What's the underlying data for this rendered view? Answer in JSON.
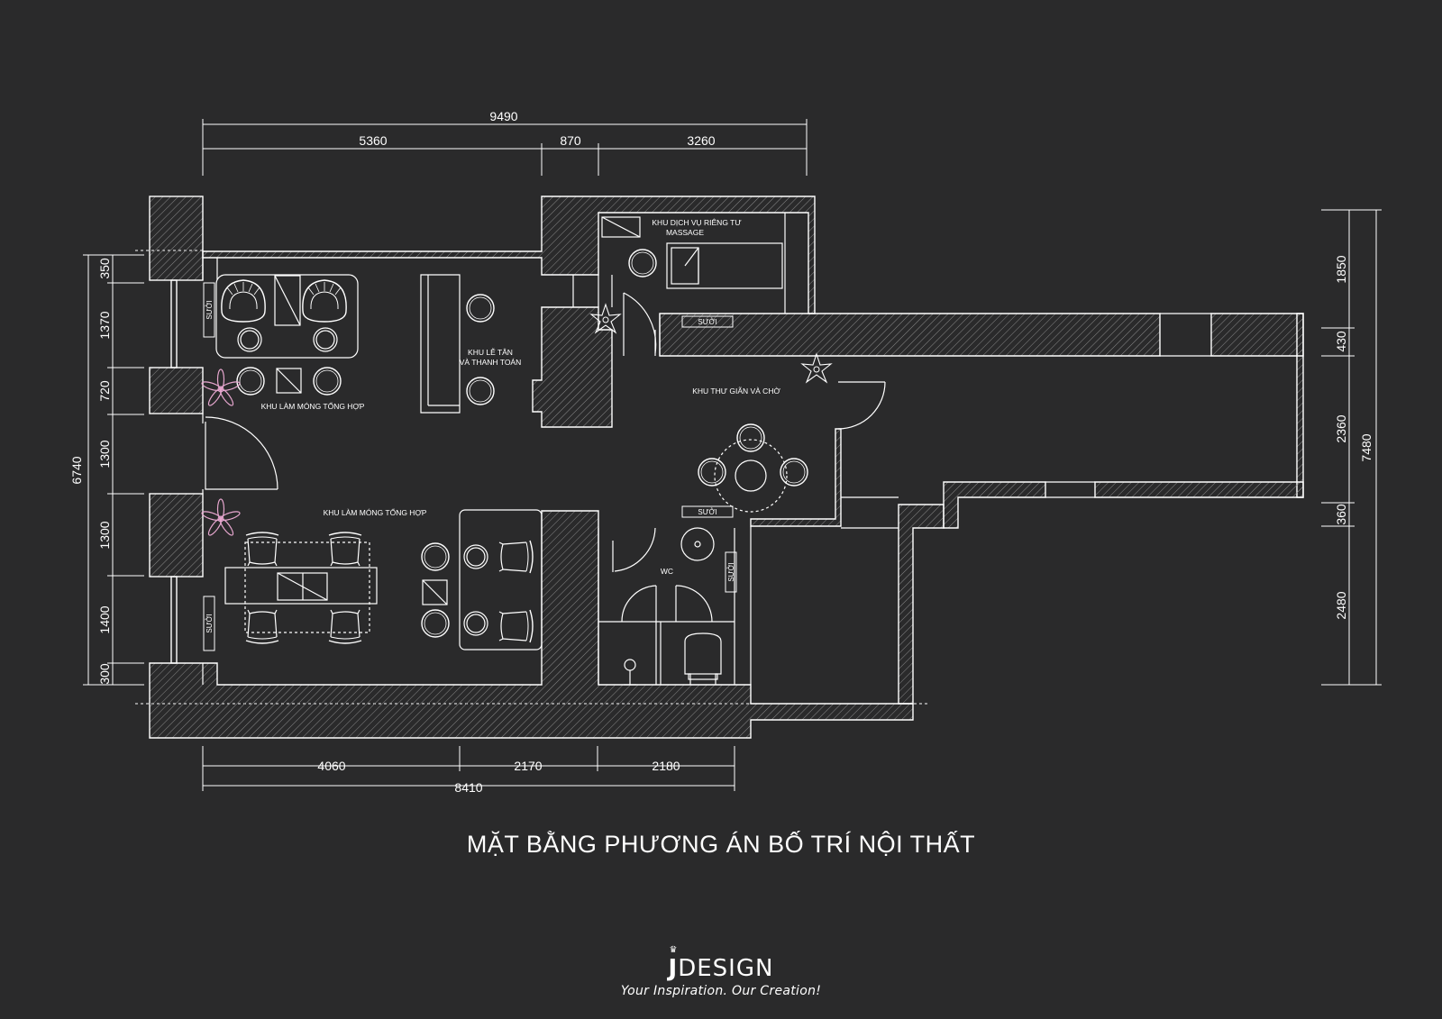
{
  "colors": {
    "background": "#2a2a2b",
    "line": "#ffffff",
    "plant_accent": "#e7a7cf"
  },
  "dimensions": {
    "top_total": "9490",
    "top_parts": [
      "5360",
      "870",
      "3260"
    ],
    "bottom_parts": [
      "4060",
      "2170",
      "2180"
    ],
    "bottom_total": "8410",
    "left_total": "6740",
    "left_parts": [
      "350",
      "1370",
      "720",
      "1300",
      "1300",
      "1400",
      "300"
    ],
    "right_parts": [
      "1850",
      "430",
      "2360",
      "360",
      "2480"
    ],
    "right_total": "7480"
  },
  "rooms": {
    "private_service_line1": "KHU DỊCH VỤ RIÊNG TƯ",
    "private_service_line2": "MASSAGE",
    "reception_line1": "KHU LỄ TÂN",
    "reception_line2": "VÀ THANH TOÁN",
    "nail_area_top": "KHU LÀM MÓNG TỔNG HỢP",
    "nail_area_bottom": "KHU LÀM MÓNG TỔNG HỢP",
    "relax_area": "KHU THƯ GIÃN VÀ CHỜ",
    "wc": "WC"
  },
  "heater_label": "SƯỞI",
  "title": "MẶT BẰNG PHƯƠNG ÁN BỐ TRÍ NỘI THẤT",
  "logo": {
    "letter": "J",
    "word": "DESIGN",
    "tagline": "Your Inspiration. Our Creation!"
  }
}
